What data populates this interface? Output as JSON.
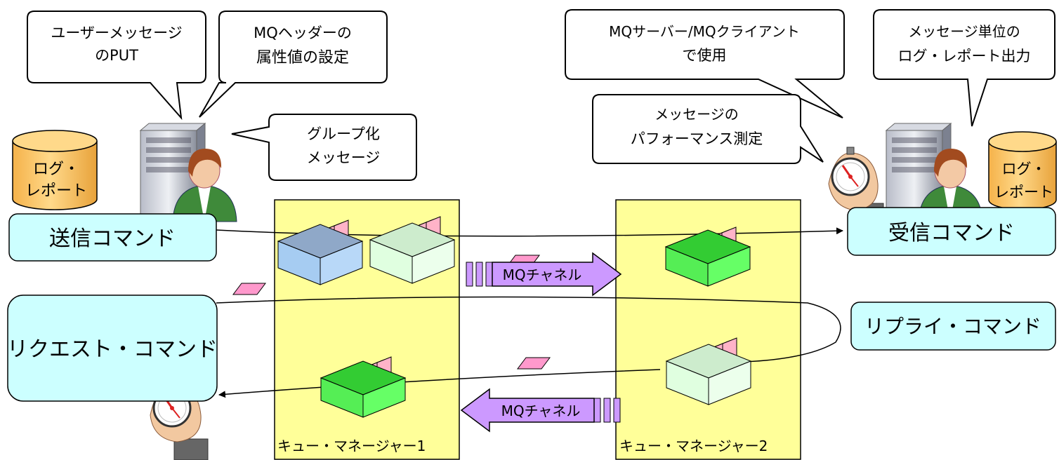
{
  "callouts": {
    "user_put": [
      "ユーザーメッセージ",
      "のPUT"
    ],
    "mq_header": [
      "MQヘッダーの",
      "属性値の設定"
    ],
    "group": [
      "グループ化",
      "メッセージ"
    ],
    "server_client": [
      "MQサーバー/MQクライアント",
      "で使用"
    ],
    "per_message_log": [
      "メッセージ単位の",
      "ログ・レポート出力"
    ],
    "performance": [
      "メッセージの",
      "パフォーマンス測定"
    ]
  },
  "log_report_left": [
    "ログ・",
    "レポート"
  ],
  "log_report_right": [
    "ログ・",
    "レポート"
  ],
  "commands": {
    "send": "送信コマンド",
    "receive": "受信コマンド",
    "request": "リクエスト・コマンド",
    "reply": "リプライ・コマンド"
  },
  "channels": {
    "forward": "MQチャネル",
    "back": "MQチャネル"
  },
  "queue_managers": {
    "qm1": "キュー・マネージャー1",
    "qm2": "キュー・マネージャー2"
  },
  "colors": {
    "qm_fill": "#ffff99",
    "command_fill": "#ccffff",
    "cylinder_fill": "#ffcc66",
    "channel_arrow": "#cc99ff",
    "message_pink": "#ff99cc"
  }
}
